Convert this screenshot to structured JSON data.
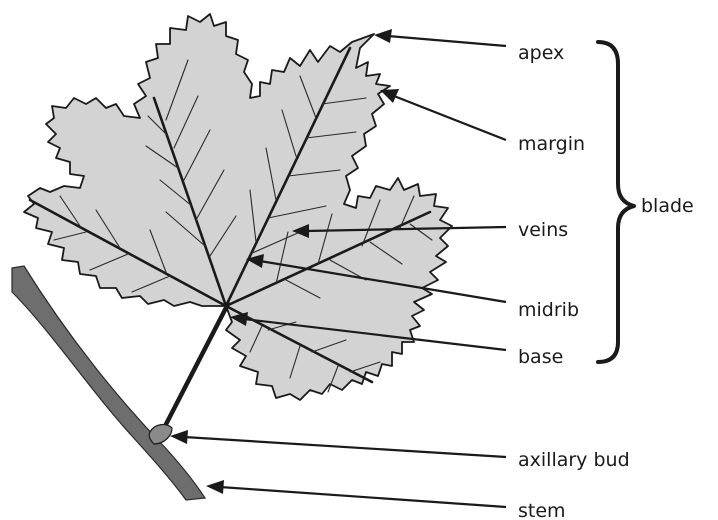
{
  "labels": {
    "apex": "apex",
    "margin": "margin",
    "veins": "veins",
    "midrib": "midrib",
    "base": "base",
    "axillary_bud": "axillary bud",
    "stem": "stem",
    "blade": "blade"
  },
  "colors": {
    "leaf_fill": "#d3d3d3",
    "outline": "#1a1a1a",
    "stem_fill": "#6e6e6e"
  }
}
